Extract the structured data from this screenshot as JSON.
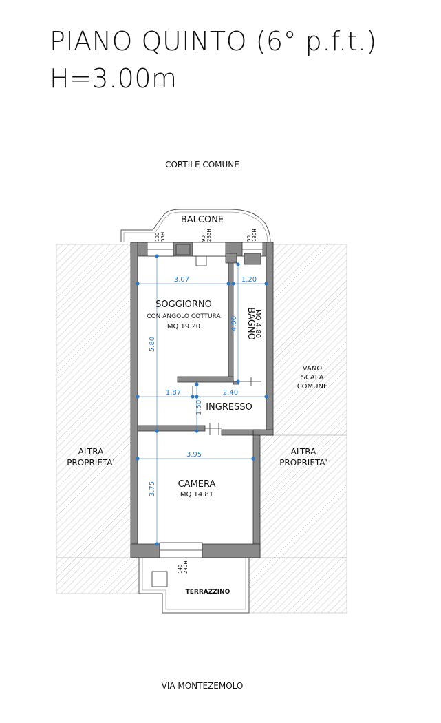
{
  "title": {
    "line1": "PIANO QUINTO (6° p.f.t.)",
    "line2": "H=3.00m"
  },
  "surroundings": {
    "top": "CORTILE COMUNE",
    "bottom": "VIA MONTEZEMOLO",
    "left_l1": "ALTRA",
    "left_l2": "PROPRIETA'",
    "right_l1": "ALTRA",
    "right_l2": "PROPRIETA'",
    "stair_l1": "VANO",
    "stair_l2": "SCALA",
    "stair_l3": "COMUNE"
  },
  "rooms": {
    "balcone": "BALCONE",
    "soggiorno": "SOGGIORNO",
    "soggiorno_sub": "CON ANGOLO COTTURA",
    "soggiorno_area": "MQ 19.20",
    "bagno": "BAGNO",
    "bagno_area": "MQ 4.80",
    "ingresso": "INGRESSO",
    "camera": "CAMERA",
    "camera_area": "MQ 14.81",
    "terrazzino": "TERRAZZINO"
  },
  "dimensions": {
    "soggiorno_width": "3.07",
    "bagno_width": "1.20",
    "soggiorno_height": "5.80",
    "bagno_height": "4.00",
    "ingresso_left": "1.87",
    "ingresso_right": "2.40",
    "ingresso_height": "1.50",
    "camera_width": "3.95",
    "camera_height": "3.75"
  },
  "openings": {
    "w1_a": "100",
    "w1_b": "55H",
    "w2_a": "90",
    "w2_b": "235H",
    "w3_a": "50",
    "w3_b": "130H",
    "w4_a": "140",
    "w4_b": "240H"
  },
  "colors": {
    "wall": "#8a8a8a",
    "dimension": "#2b78c8",
    "hatch": "#b5b5b5"
  }
}
